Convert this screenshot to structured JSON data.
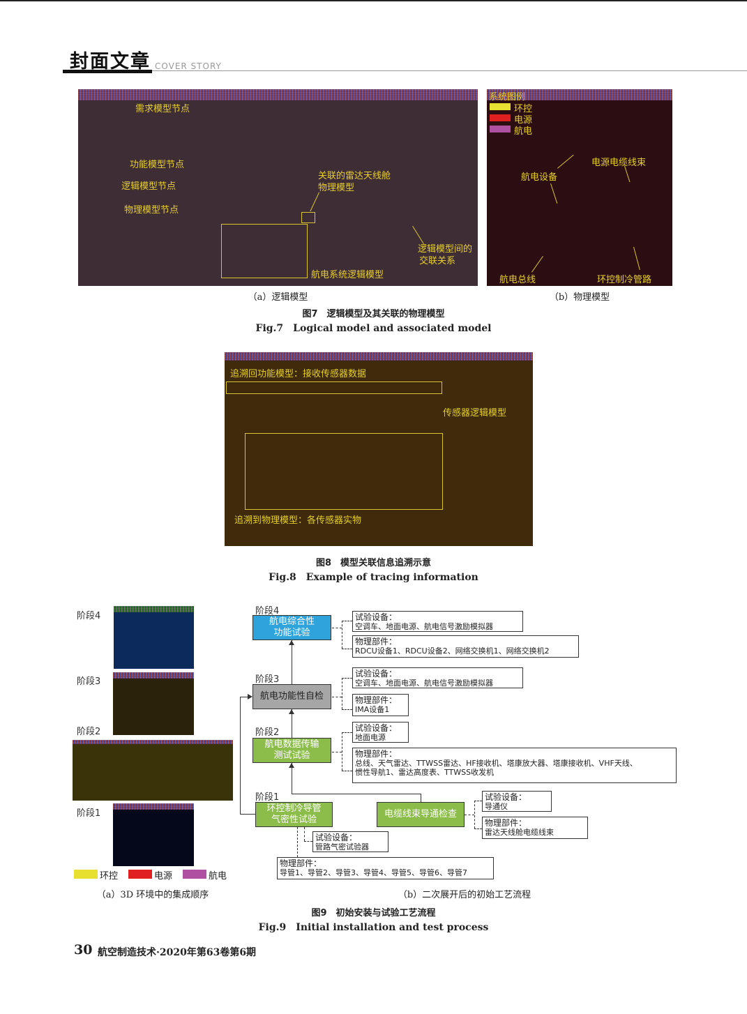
{
  "header": {
    "title": "封面文章",
    "subtitle": "COVER STORY"
  },
  "fig7": {
    "a": {
      "labels": [
        "需求模型节点",
        "功能模型节点",
        "逻辑模型节点",
        "物理模型节点",
        "关联的雷达天线舱",
        "物理模型",
        "逻辑模型间的",
        "交联关系",
        "航电系统逻辑模型"
      ],
      "caption": "（a）逻辑模型"
    },
    "b": {
      "legend_title": "系统图例",
      "legend": [
        "环控",
        "电源",
        "航电"
      ],
      "labels": [
        "航电设备",
        "电源电缆线束",
        "航电总线",
        "环控制冷管路"
      ],
      "caption": "（b）物理模型"
    },
    "title_cn": "图7　逻辑模型及其关联的物理模型",
    "title_en": "Fig.7　Logical model and associated model"
  },
  "fig8": {
    "labels": [
      "追溯回功能模型：接收传感器数据",
      "传感器逻辑模型",
      "追溯到物理模型：各传感器实物"
    ],
    "title_cn": "图8　模型关联信息追溯示意",
    "title_en": "Fig.8　Example of tracing information"
  },
  "fig9": {
    "a": {
      "stages": [
        "阶段4",
        "阶段3",
        "阶段2",
        "阶段1"
      ],
      "legend": [
        "环控",
        "电源",
        "航电"
      ],
      "caption": "（a）3D 环境中的集成顺序"
    },
    "b": {
      "stage_labels": [
        "阶段4",
        "阶段3",
        "阶段2",
        "阶段1"
      ],
      "boxes": {
        "s4": "航电综合性\n功能试验",
        "s3": "航电功能性自检",
        "s2": "航电数据传输\n测试试验",
        "s1a": "环控制冷导管\n气密性试验",
        "s1b": "电缆线束导通检查"
      },
      "test_equip_label": "试验设备：",
      "phys_label": "物理部件：",
      "s4_equip": "空调车、地面电源、航电信号激励模拟器",
      "s4_phys": "RDCU设备1、RDCU设备2、网络交换机1、网络交换机2",
      "s3_equip": "空调车、地面电源、航电信号激励模拟器",
      "s3_phys": "IMA设备1",
      "s2_equip": "地面电源",
      "s2_phys_1": "总线、天气雷达、TTWSS雷达、HF接收机、塔康放大器、塔康接收机、VHF天线、",
      "s2_phys_2": "惯性导航1、雷达高度表、TTWSS收发机",
      "s1b_equip": "导通仪",
      "s1b_phys": "雷达天线舱电缆线束",
      "s1a_equip": "管路气密试验器",
      "s1a_phys": "导管1、导管2、导管3、导管4、导管5、导管6、导管7",
      "caption": "（b）二次展开后的初始工艺流程"
    },
    "title_cn": "图9　初始安装与试验工艺流程",
    "title_en": "Fig.9　Initial installation and test process"
  },
  "footer": {
    "page": "30",
    "journal": "航空制造技术·2020年第63卷第6期"
  },
  "colors": {
    "env": "#e8e030",
    "power": "#e02020",
    "avionics": "#b050a0",
    "box4": "#2fa3dc",
    "box3": "#a6a6a6",
    "box2": "#8cbd4a"
  }
}
